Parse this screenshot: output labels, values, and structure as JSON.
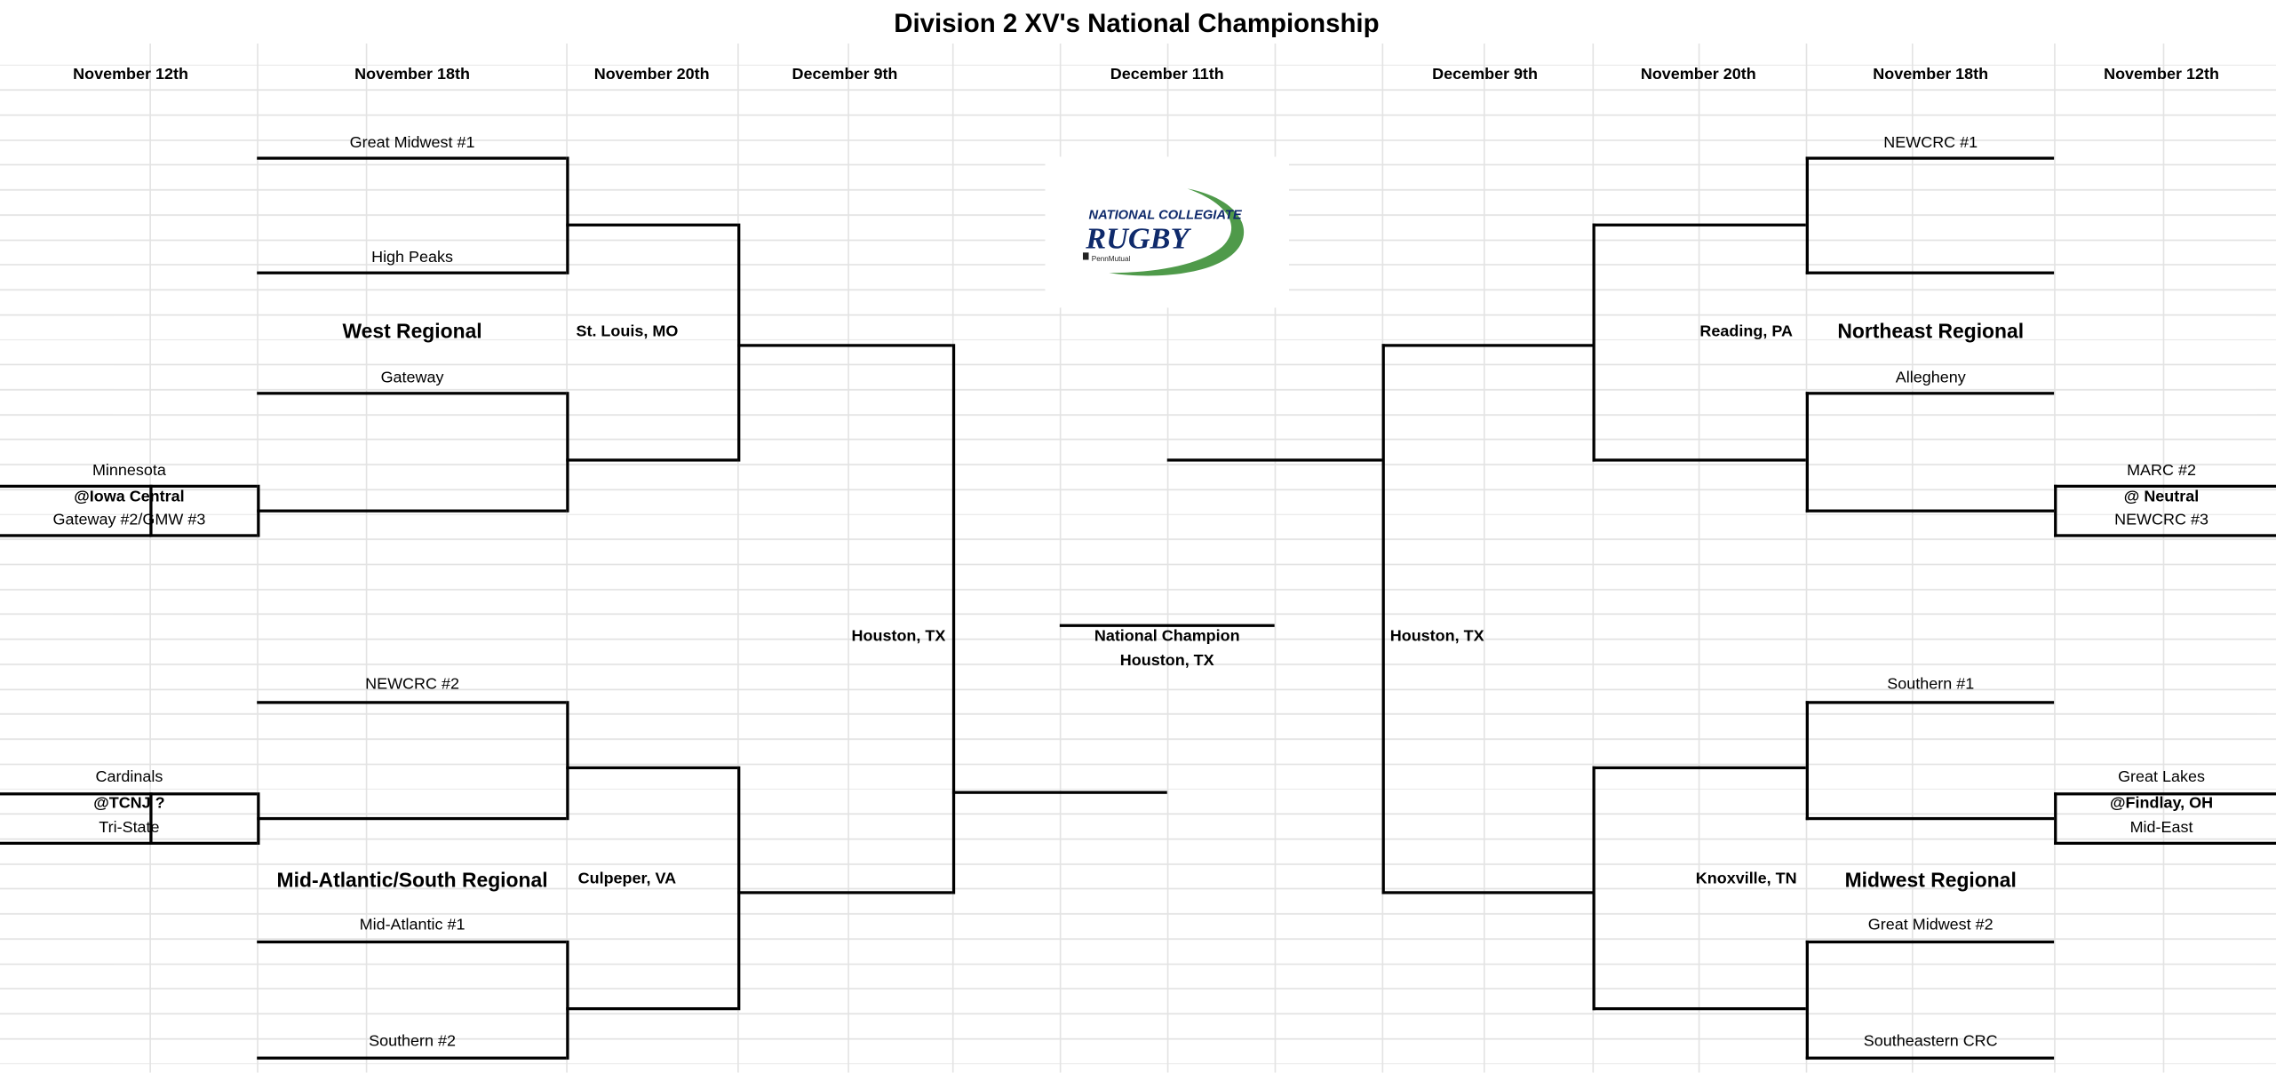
{
  "title": "Division 2 XV's National Championship",
  "dates": [
    "November 12th",
    "November 18th",
    "November 20th",
    "December 9th",
    "December 11th",
    "December 9th",
    "November 20th",
    "November 18th",
    "November 12th"
  ],
  "left": {
    "teams": [
      "Great Midwest #1",
      "High Peaks",
      "Gateway",
      "NEWCRC #2",
      "Mid-Atlantic #1",
      "Southern #2"
    ],
    "regions": [
      "West Regional",
      "Mid-Atlantic/South Regional"
    ],
    "venues": [
      "St. Louis, MO",
      "Culpeper, VA",
      "Houston, TX"
    ],
    "playins": [
      {
        "top": "Minnesota",
        "site": "@Iowa Central",
        "bottom": "Gateway #2/GMW #3"
      },
      {
        "top": "Cardinals",
        "site": "@TCNJ ?",
        "bottom": "Tri-State"
      }
    ]
  },
  "right": {
    "teams": [
      "NEWCRC #1",
      "Allegheny",
      "Southern #1",
      "Great Midwest #2",
      "Southeastern CRC"
    ],
    "regions": [
      "Northeast Regional",
      "Midwest Regional"
    ],
    "venues": [
      "Reading, PA",
      "Knoxville, TN",
      "Houston, TX"
    ],
    "playins": [
      {
        "top": "MARC #2",
        "site": "@ Neutral",
        "bottom": "NEWCRC #3"
      },
      {
        "top": "Great Lakes",
        "site": "@Findlay, OH",
        "bottom": "Mid-East"
      }
    ]
  },
  "champion": {
    "label": "National Champion",
    "venue": "Houston, TX"
  },
  "logo": {
    "line1": "NATIONAL COLLEGIATE",
    "line2": "RUGBY",
    "sponsor": "PennMutual",
    "colors": {
      "navy": "#0f2a6b",
      "green": "#4f9a4a"
    }
  }
}
